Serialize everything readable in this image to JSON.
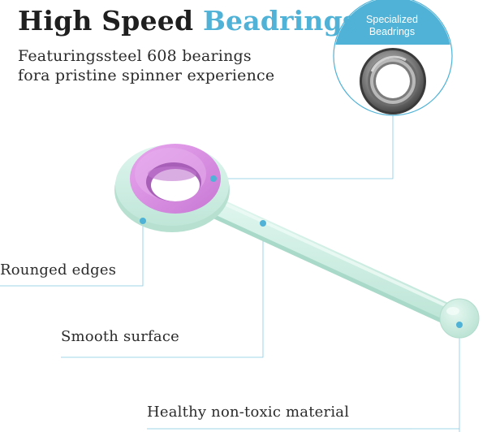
{
  "title": {
    "part1": "High Speed",
    "part2": "Beadrings"
  },
  "subtitle": {
    "line1": "Featuringssteel 608 bearings",
    "line2": "fora pristine spinner experience"
  },
  "badge": {
    "line1": "Specialized",
    "line2": "Beadrings"
  },
  "features": {
    "edges": "Rounged edges",
    "smooth": "Smooth surface",
    "healthy": "Healthy non-toxic material"
  },
  "colors": {
    "accent": "#4fb2d6",
    "product_body": "#cfeee3",
    "ring": "#d98fe0",
    "text": "#2b2b2b"
  }
}
